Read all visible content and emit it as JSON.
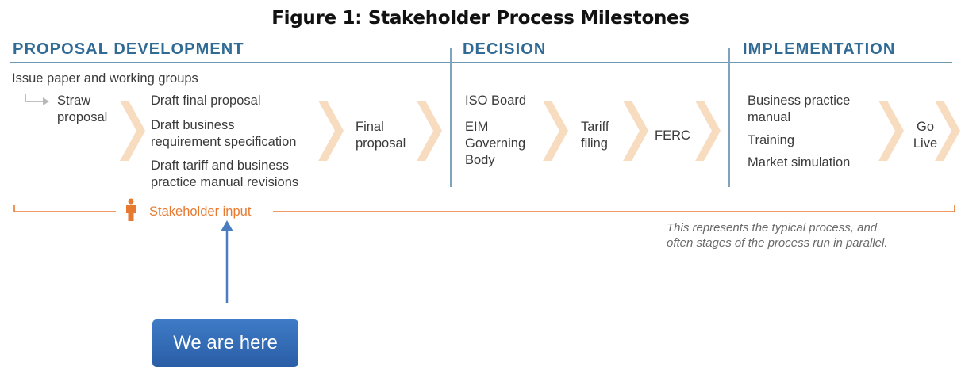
{
  "title": "Figure 1: Stakeholder Process Milestones",
  "phases": {
    "proposal": "PROPOSAL DEVELOPMENT",
    "decision": "DECISION",
    "implementation": "IMPLEMENTATION"
  },
  "proposal": {
    "intro": "Issue paper and working groups",
    "straw": [
      "Straw",
      "proposal"
    ],
    "drafts": [
      "Draft final proposal",
      "Draft business",
      "requirement specification",
      "Draft tariff and business",
      "practice manual revisions"
    ],
    "final": [
      "Final",
      "proposal"
    ]
  },
  "decision": {
    "iso": "ISO Board",
    "eim": [
      "EIM",
      "Governing",
      "Body"
    ],
    "tariff": [
      "Tariff",
      "filing"
    ],
    "ferc": "FERC"
  },
  "implementation": {
    "items": [
      "Business practice",
      "manual",
      "Training",
      "Market simulation"
    ],
    "golive": [
      "Go",
      "Live"
    ]
  },
  "stakeholder_input": "Stakeholder input",
  "note": [
    "This represents the typical process, and",
    "often stages of the process run in parallel."
  ],
  "callout": "We are here",
  "colors": {
    "phase": "#2f6b94",
    "divider": "#6e98b2",
    "chevron": "#f7dcc0",
    "orange": "#e87a30",
    "button": "#2f67b0",
    "arrow": "#4a7cc0"
  },
  "icons": [
    "arrow-right-icon",
    "chevron-icon",
    "person-icon",
    "up-arrow-icon"
  ]
}
